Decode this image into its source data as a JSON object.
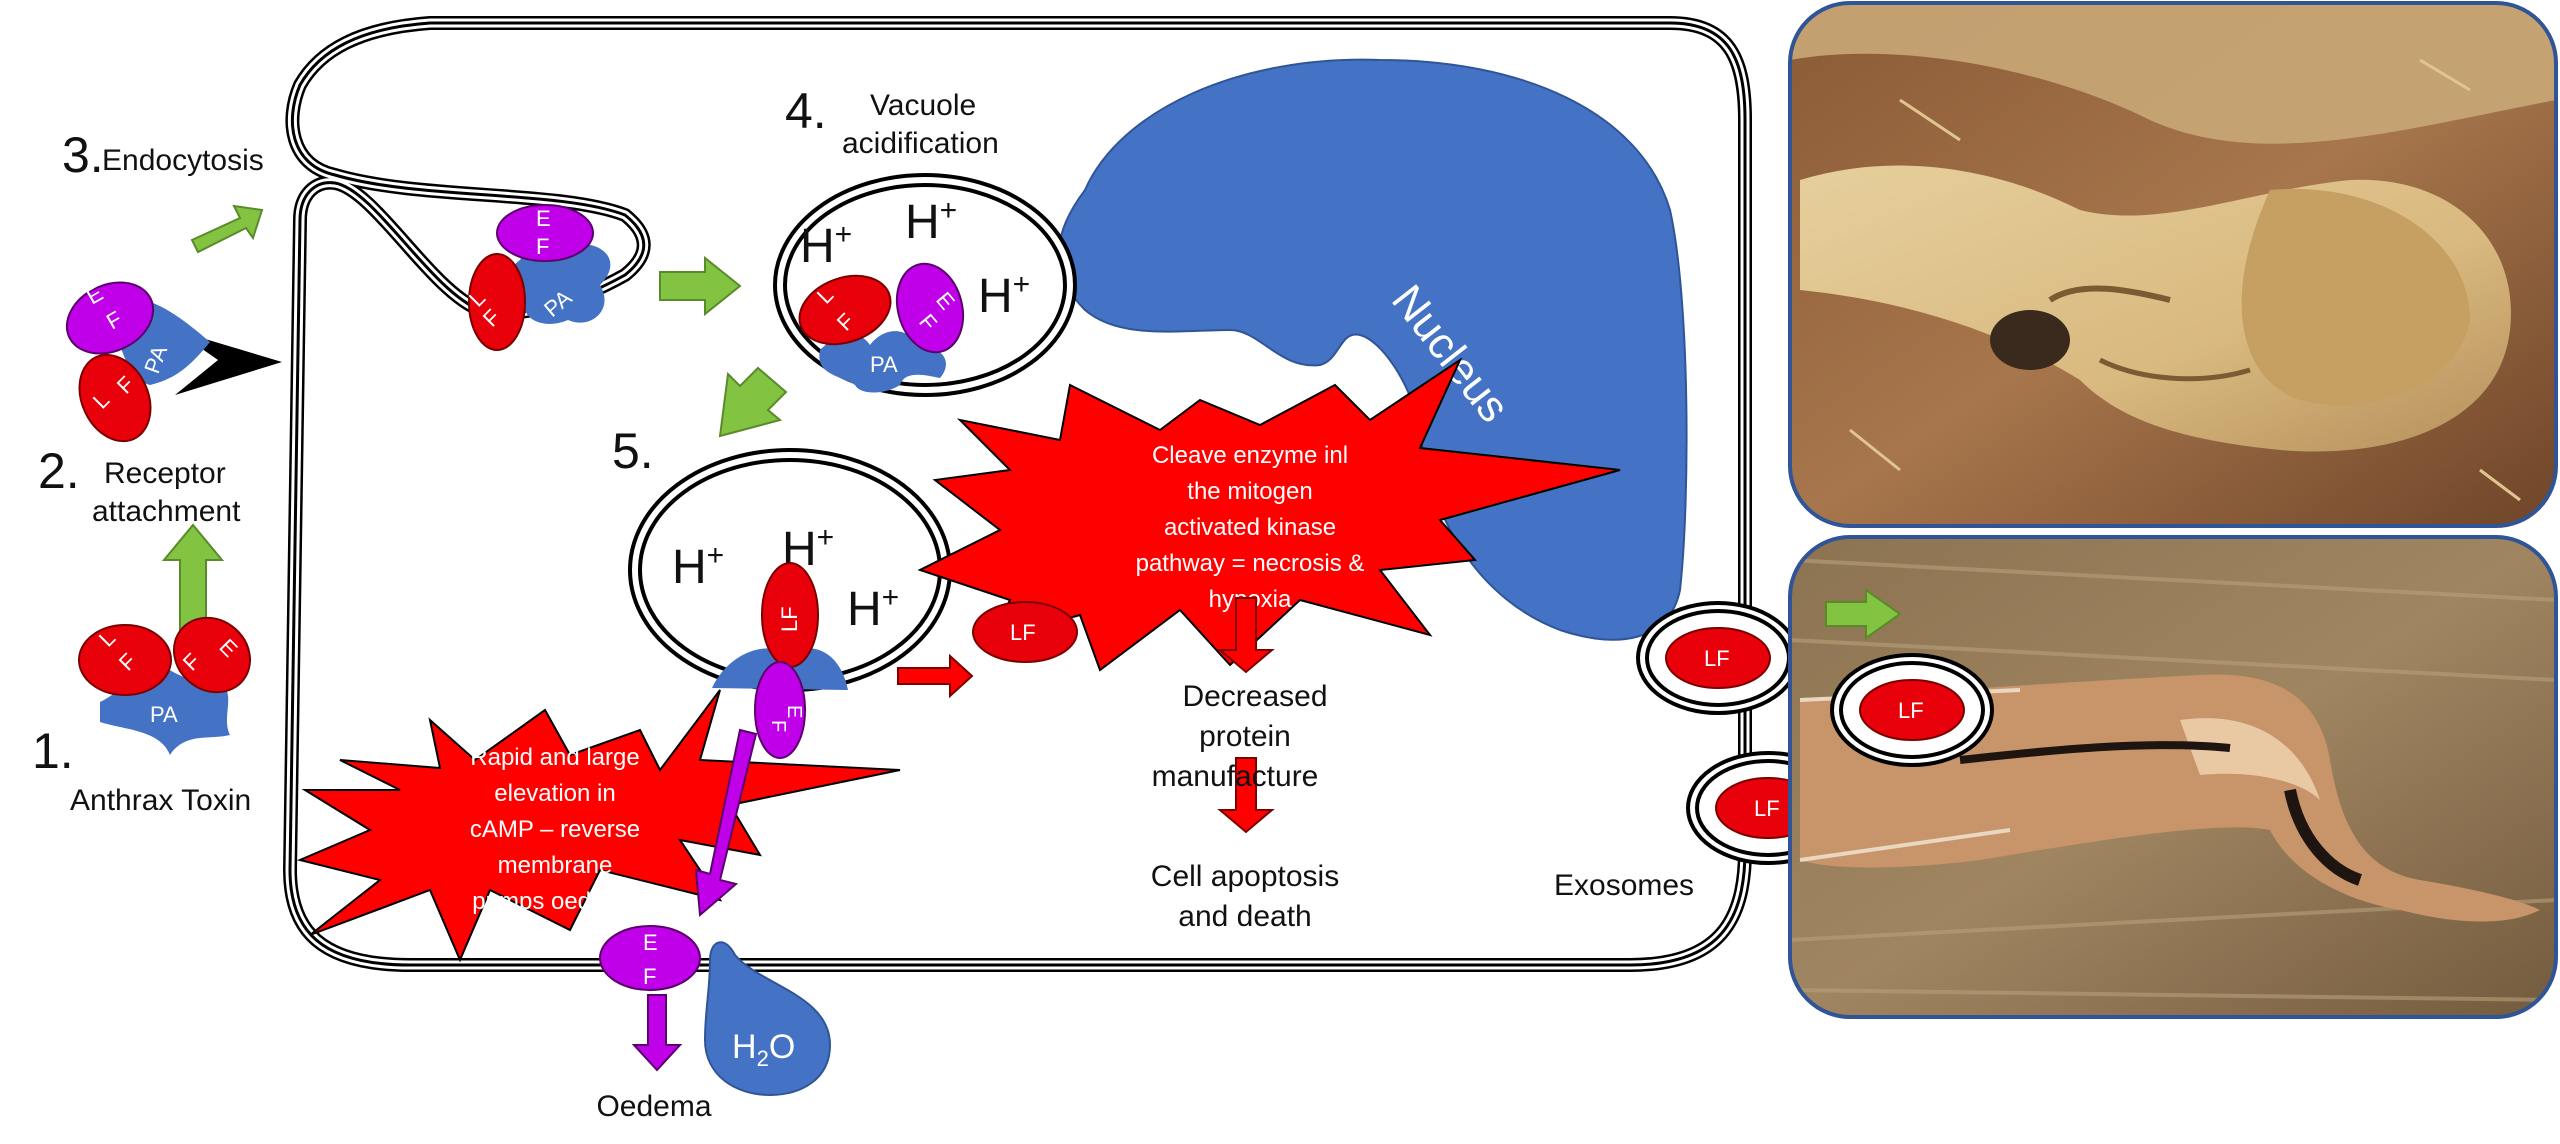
{
  "steps": {
    "s1": {
      "num": "1.",
      "label": "Anthrax Toxin"
    },
    "s2": {
      "num": "2.",
      "label_line1": "Receptor",
      "label_line2": "attachment"
    },
    "s3": {
      "num": "3.",
      "label": "Endocytosis"
    },
    "s4": {
      "num": "4.",
      "label_line1": "Vacuole",
      "label_line2": "acidification"
    },
    "s5": {
      "num": "5."
    }
  },
  "toxin": {
    "pa": "PA",
    "lf_l": "L",
    "lf_f": "F",
    "ef_e": "E",
    "ef_f": "F",
    "lf": "LF"
  },
  "ion": {
    "h": "H",
    "plus": "+"
  },
  "nucleus": "Nucleus",
  "lf_burst": {
    "line1": "Cleave enzyme inl",
    "line2": "the mitogen",
    "line3": "activated kinase",
    "line4": "pathway = necrosis &",
    "line5": "hypoxia"
  },
  "ef_burst": {
    "line1": "Rapid and large",
    "line2": "elevation in",
    "line3": "cAMP – reverse",
    "line4": "membrane",
    "line5": "pumps oedema"
  },
  "outcomes": {
    "decreased_line1": "Decreased",
    "decreased_line2": "protein",
    "decreased_line3": "manufacture",
    "death_line1": "Cell apoptosis",
    "death_line2": "and death",
    "oedema": "Oedema",
    "water": "H",
    "water_sub": "2",
    "water_o": "O",
    "exosomes": "Exosomes"
  },
  "colors": {
    "lf_red": "#E8000B",
    "ef_purple": "#C000E8",
    "pa_blue": "#4472C4",
    "arrow_green": "#82C341",
    "burst_red": "#FF0000",
    "photo_frame": "#2F5597"
  }
}
